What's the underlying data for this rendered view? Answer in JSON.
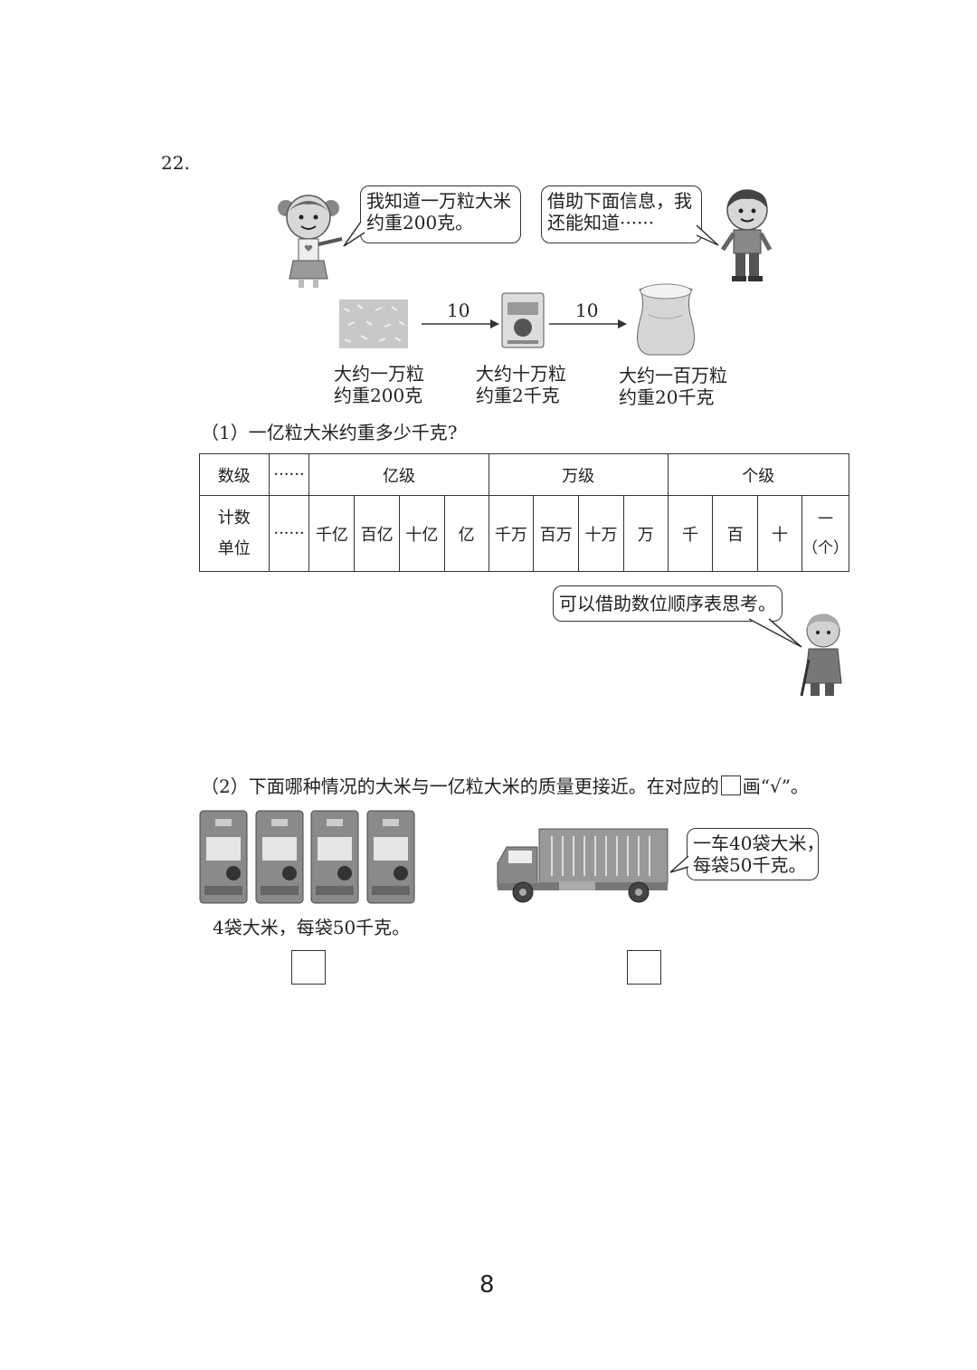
{
  "problem_number": "22.",
  "girl_bubble": {
    "line1": "我知道一万粒大米",
    "line2": "约重200克。"
  },
  "boy_bubble": {
    "line1": "借助下面信息，我",
    "line2": "还能知道······"
  },
  "arrow_labels": [
    "10",
    "10"
  ],
  "rice_steps": [
    {
      "line1": "大约一万粒",
      "line2": "约重200克"
    },
    {
      "line1": "大约十万粒",
      "line2": "约重2千克"
    },
    {
      "line1": "大约一百万粒",
      "line2": "约重20千克"
    }
  ],
  "question1": "（1）一亿粒大米约重多少千克?",
  "table": {
    "row1": {
      "header": "数级",
      "ellipsis": "······",
      "levels": [
        "亿级",
        "万级",
        "个级"
      ]
    },
    "row2": {
      "header_line1": "计数",
      "header_line2": "单位",
      "ellipsis": "······",
      "units": [
        "千亿",
        "百亿",
        "十亿",
        "亿",
        "千万",
        "百万",
        "十万",
        "万",
        "千",
        "百",
        "十"
      ],
      "last_line1": "一",
      "last_line2": "（个）"
    }
  },
  "grandpa_bubble": "可以借助数位顺序表思考。",
  "question2": {
    "before": "（2）下面哪种情况的大米与一亿粒大米的质量更接近。在对应的",
    "after": "画“√”。"
  },
  "option_a": "4袋大米，每袋50千克。",
  "truck_bubble": {
    "line1": "一车40袋大米，",
    "line2": "每袋50千克。"
  },
  "page_number": "8"
}
